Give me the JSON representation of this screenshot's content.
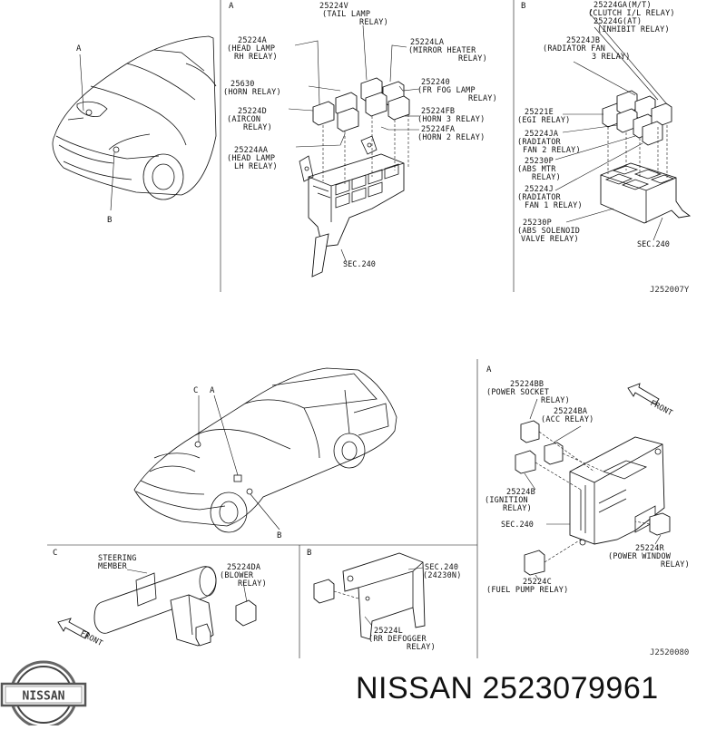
{
  "panels": {
    "a_top": "A",
    "b_top": "B",
    "a_bottom": "A",
    "b_bottom": "B",
    "c_bottom": "C"
  },
  "callouts": {
    "car1_a": "A",
    "car1_b": "B",
    "car2_c": "C",
    "car2_a": "A",
    "car2_b": "B"
  },
  "labels_a_top": [
    {
      "code": "25224V",
      "lines": [
        "(TAIL LAMP",
        "RELAY)"
      ]
    },
    {
      "code": "25224A",
      "lines": [
        "(HEAD LAMP",
        "RH RELAY)"
      ]
    },
    {
      "code": "25224LA",
      "lines": [
        "(MIRROR HEATER",
        "RELAY)"
      ]
    },
    {
      "code": "25630",
      "lines": [
        "(HORN RELAY)"
      ]
    },
    {
      "code": "252240",
      "lines": [
        "(FR FOG LAMP",
        "RELAY)"
      ]
    },
    {
      "code": "25224D",
      "lines": [
        "(AIRCON",
        "RELAY)"
      ]
    },
    {
      "code": "25224FB",
      "lines": [
        "(HORN 3 RELAY)"
      ]
    },
    {
      "code": "25224FA",
      "lines": [
        "(HORN 2 RELAY)"
      ]
    },
    {
      "code": "25224AA",
      "lines": [
        "(HEAD LAMP",
        "LH RELAY)"
      ]
    }
  ],
  "labels_b_top": [
    {
      "code": "25224GA(M/T)",
      "lines": [
        "(CLUTCH I/L RELAY)"
      ]
    },
    {
      "code": "25224G(AT)",
      "lines": [
        "(INHIBIT RELAY)"
      ]
    },
    {
      "code": "25224JB",
      "lines": [
        "(RADIATOR FAN",
        "3 RELAY)"
      ]
    },
    {
      "code": "25221E",
      "lines": [
        "(EGI RELAY)"
      ]
    },
    {
      "code": "25224JA",
      "lines": [
        "(RADIATOR",
        "FAN 2 RELAY)"
      ]
    },
    {
      "code": "25230P",
      "lines": [
        "(ABS MTR",
        "RELAY)"
      ]
    },
    {
      "code": "25224J",
      "lines": [
        "(RADIATOR",
        "FAN 1 RELAY)"
      ]
    },
    {
      "code": "25230P",
      "lines": [
        "(ABS SOLENOID",
        "VALVE RELAY)"
      ]
    }
  ],
  "labels_a_bottom": [
    {
      "code": "25224BB",
      "lines": [
        "(POWER SOCKET",
        "RELAY)"
      ]
    },
    {
      "code": "25224BA",
      "lines": [
        "(ACC RELAY)"
      ]
    },
    {
      "code": "25224B",
      "lines": [
        "(IGNITION",
        "RELAY)"
      ]
    },
    {
      "code": "25224R",
      "lines": [
        "(POWER WINDOW",
        "RELAY)"
      ]
    },
    {
      "code": "25224C",
      "lines": [
        "(FUEL PUMP RELAY)"
      ]
    }
  ],
  "labels_c_bottom": [
    {
      "code": "STEERING",
      "lines": [
        "MEMBER"
      ]
    },
    {
      "code": "25224DA",
      "lines": [
        "(BLOWER",
        "RELAY)"
      ]
    }
  ],
  "labels_b_bottom": [
    {
      "code": "SEC.240",
      "lines": [
        "(24230N)"
      ]
    },
    {
      "code": "25224L",
      "lines": [
        "(RR DEFOGGER",
        "RELAY)"
      ]
    }
  ],
  "sections": {
    "a_top": "SEC.240",
    "b_top": "SEC.240",
    "a_bottom": "SEC.240"
  },
  "front_labels": {
    "a_bottom": "FRONT",
    "c_bottom": "FRONT"
  },
  "diagram_codes": {
    "top": "J252007Y",
    "bottom": "J2520080"
  },
  "logo_text": "NISSAN",
  "brand": {
    "make": "NISSAN",
    "part_number": "2523079961"
  }
}
